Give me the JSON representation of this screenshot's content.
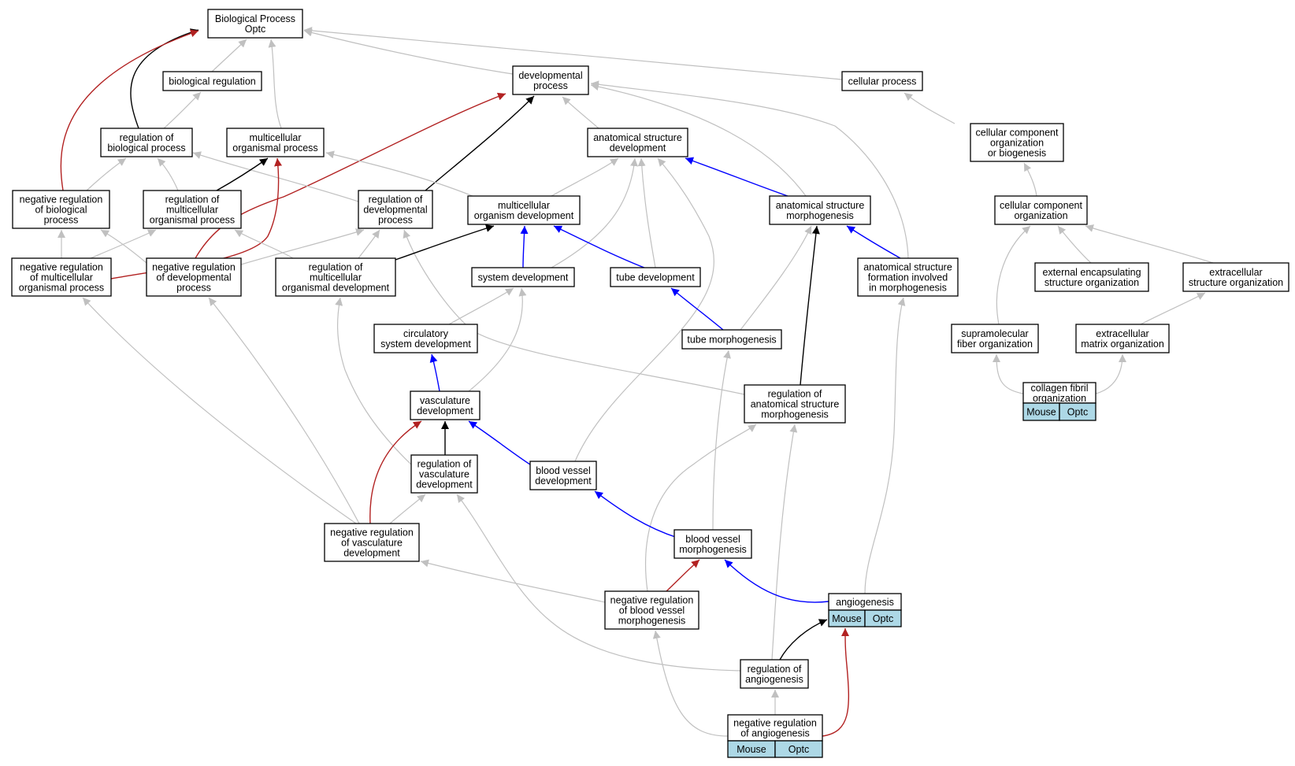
{
  "colors": {
    "is_a": "#c0c0c0",
    "part_of": "#000000",
    "positively_regulates": "#0000ff",
    "negatively_regulates": "#b22222",
    "annotation_cell": "#add8e6"
  },
  "nodes": [
    {
      "id": "bp",
      "lines": [
        "Biological Process",
        "Optc"
      ]
    },
    {
      "id": "bioreg",
      "lines": [
        "biological regulation"
      ]
    },
    {
      "id": "devproc",
      "lines": [
        "developmental",
        "process"
      ]
    },
    {
      "id": "cellproc",
      "lines": [
        "cellular process"
      ]
    },
    {
      "id": "regbp",
      "lines": [
        "regulation of",
        "biological process"
      ]
    },
    {
      "id": "multproc",
      "lines": [
        "multicellular",
        "organismal process"
      ]
    },
    {
      "id": "asdev",
      "lines": [
        "anatomical structure",
        "development"
      ]
    },
    {
      "id": "ccob",
      "lines": [
        "cellular component",
        "organization",
        "or biogenesis"
      ]
    },
    {
      "id": "negregbp",
      "lines": [
        "negative regulation",
        "of biological",
        "process"
      ]
    },
    {
      "id": "regmultproc",
      "lines": [
        "regulation of",
        "multicellular",
        "organismal process"
      ]
    },
    {
      "id": "regdevproc",
      "lines": [
        "regulation of",
        "developmental",
        "process"
      ]
    },
    {
      "id": "multdev",
      "lines": [
        "multicellular",
        "organism development"
      ]
    },
    {
      "id": "asmorph",
      "lines": [
        "anatomical structure",
        "morphogenesis"
      ]
    },
    {
      "id": "ccorg",
      "lines": [
        "cellular component",
        "organization"
      ]
    },
    {
      "id": "negregmult",
      "lines": [
        "negative regulation",
        "of multicellular",
        "organismal process"
      ]
    },
    {
      "id": "negregdev",
      "lines": [
        "negative regulation",
        "of developmental",
        "process"
      ]
    },
    {
      "id": "regmultdev",
      "lines": [
        "regulation of",
        "multicellular",
        "organismal development"
      ]
    },
    {
      "id": "sysdev",
      "lines": [
        "system development"
      ]
    },
    {
      "id": "tubedev",
      "lines": [
        "tube development"
      ]
    },
    {
      "id": "asform",
      "lines": [
        "anatomical structure",
        "formation involved",
        "in morphogenesis"
      ]
    },
    {
      "id": "extencap",
      "lines": [
        "external encapsulating",
        "structure organization"
      ]
    },
    {
      "id": "extrastr",
      "lines": [
        "extracellular",
        "structure organization"
      ]
    },
    {
      "id": "circdev",
      "lines": [
        "circulatory",
        "system development"
      ]
    },
    {
      "id": "tubemorph",
      "lines": [
        "tube morphogenesis"
      ]
    },
    {
      "id": "supramol",
      "lines": [
        "supramolecular",
        "fiber organization"
      ]
    },
    {
      "id": "ecm",
      "lines": [
        "extracellular",
        "matrix organization"
      ]
    },
    {
      "id": "vascdev",
      "lines": [
        "vasculature",
        "development"
      ]
    },
    {
      "id": "regasmorph",
      "lines": [
        "regulation of",
        "anatomical structure",
        "morphogenesis"
      ]
    },
    {
      "id": "collagen",
      "lines": [
        "collagen fibril",
        "organization"
      ],
      "tags": [
        "Mouse",
        "Optc"
      ]
    },
    {
      "id": "regvasc",
      "lines": [
        "regulation of",
        "vasculature",
        "development"
      ]
    },
    {
      "id": "bvdev",
      "lines": [
        "blood vessel",
        "development"
      ]
    },
    {
      "id": "negregvasc",
      "lines": [
        "negative regulation",
        "of vasculature",
        "development"
      ]
    },
    {
      "id": "bvmorph",
      "lines": [
        "blood vessel",
        "morphogenesis"
      ]
    },
    {
      "id": "negregbvm",
      "lines": [
        "negative regulation",
        "of blood vessel",
        "morphogenesis"
      ]
    },
    {
      "id": "angio",
      "lines": [
        "angiogenesis"
      ],
      "tags": [
        "Mouse",
        "Optc"
      ]
    },
    {
      "id": "regangio",
      "lines": [
        "regulation of",
        "angiogenesis"
      ]
    },
    {
      "id": "negregangio",
      "lines": [
        "negative regulation",
        "of angiogenesis"
      ],
      "tags": [
        "Mouse",
        "Optc"
      ]
    }
  ],
  "edges": [
    {
      "from": "bioreg",
      "to": "bp",
      "type": "is_a"
    },
    {
      "from": "devproc",
      "to": "bp",
      "type": "is_a"
    },
    {
      "from": "cellproc",
      "to": "bp",
      "type": "is_a"
    },
    {
      "from": "multproc",
      "to": "bp",
      "type": "is_a"
    },
    {
      "from": "regbp",
      "to": "bp",
      "type": "part_of"
    },
    {
      "from": "negregbp",
      "to": "bp",
      "type": "negatively_regulates"
    },
    {
      "from": "regbp",
      "to": "bioreg",
      "type": "is_a"
    },
    {
      "from": "asdev",
      "to": "devproc",
      "type": "is_a"
    },
    {
      "from": "asmorph",
      "to": "devproc",
      "type": "is_a"
    },
    {
      "from": "asform",
      "to": "devproc",
      "type": "is_a"
    },
    {
      "from": "regdevproc",
      "to": "devproc",
      "type": "part_of"
    },
    {
      "from": "negregdev",
      "to": "devproc",
      "type": "negatively_regulates"
    },
    {
      "from": "ccob",
      "to": "cellproc",
      "type": "is_a"
    },
    {
      "from": "negregbp",
      "to": "regbp",
      "type": "is_a"
    },
    {
      "from": "regmultproc",
      "to": "regbp",
      "type": "is_a"
    },
    {
      "from": "regdevproc",
      "to": "regbp",
      "type": "is_a"
    },
    {
      "from": "multdev",
      "to": "multproc",
      "type": "is_a"
    },
    {
      "from": "regmultproc",
      "to": "multproc",
      "type": "part_of"
    },
    {
      "from": "negregmult",
      "to": "multproc",
      "type": "negatively_regulates"
    },
    {
      "from": "multdev",
      "to": "asdev",
      "type": "is_a"
    },
    {
      "from": "sysdev",
      "to": "asdev",
      "type": "is_a"
    },
    {
      "from": "tubedev",
      "to": "asdev",
      "type": "is_a"
    },
    {
      "from": "bvdev",
      "to": "asdev",
      "type": "is_a"
    },
    {
      "from": "asmorph",
      "to": "asdev",
      "type": "positively_regulates"
    },
    {
      "from": "ccorg",
      "to": "ccob",
      "type": "is_a"
    },
    {
      "from": "negregmult",
      "to": "negregbp",
      "type": "is_a"
    },
    {
      "from": "negregdev",
      "to": "negregbp",
      "type": "is_a"
    },
    {
      "from": "negregmult",
      "to": "regmultproc",
      "type": "is_a"
    },
    {
      "from": "regmultdev",
      "to": "regmultproc",
      "type": "is_a"
    },
    {
      "from": "negregdev",
      "to": "regdevproc",
      "type": "is_a"
    },
    {
      "from": "regmultdev",
      "to": "regdevproc",
      "type": "is_a"
    },
    {
      "from": "regasmorph",
      "to": "regdevproc",
      "type": "is_a"
    },
    {
      "from": "sysdev",
      "to": "multdev",
      "type": "positively_regulates"
    },
    {
      "from": "tubedev",
      "to": "multdev",
      "type": "positively_regulates"
    },
    {
      "from": "regmultdev",
      "to": "multdev",
      "type": "part_of"
    },
    {
      "from": "tubemorph",
      "to": "asmorph",
      "type": "is_a"
    },
    {
      "from": "asform",
      "to": "asmorph",
      "type": "positively_regulates"
    },
    {
      "from": "regasmorph",
      "to": "asmorph",
      "type": "part_of"
    },
    {
      "from": "extencap",
      "to": "ccorg",
      "type": "is_a"
    },
    {
      "from": "extrastr",
      "to": "ccorg",
      "type": "is_a"
    },
    {
      "from": "supramol",
      "to": "ccorg",
      "type": "is_a"
    },
    {
      "from": "negregvasc",
      "to": "negregmult",
      "type": "is_a"
    },
    {
      "from": "negregvasc",
      "to": "negregdev",
      "type": "is_a"
    },
    {
      "from": "regvasc",
      "to": "regmultdev",
      "type": "is_a"
    },
    {
      "from": "circdev",
      "to": "sysdev",
      "type": "is_a"
    },
    {
      "from": "vascdev",
      "to": "sysdev",
      "type": "is_a"
    },
    {
      "from": "tubemorph",
      "to": "tubedev",
      "type": "positively_regulates"
    },
    {
      "from": "angio",
      "to": "asform",
      "type": "is_a"
    },
    {
      "from": "ecm",
      "to": "extrastr",
      "type": "is_a"
    },
    {
      "from": "vascdev",
      "to": "circdev",
      "type": "positively_regulates"
    },
    {
      "from": "bvmorph",
      "to": "tubemorph",
      "type": "is_a"
    },
    {
      "from": "collagen",
      "to": "supramol",
      "type": "is_a"
    },
    {
      "from": "collagen",
      "to": "ecm",
      "type": "is_a"
    },
    {
      "from": "regvasc",
      "to": "vascdev",
      "type": "part_of"
    },
    {
      "from": "bvdev",
      "to": "vascdev",
      "type": "positively_regulates"
    },
    {
      "from": "negregvasc",
      "to": "vascdev",
      "type": "negatively_regulates"
    },
    {
      "from": "regangio",
      "to": "regasmorph",
      "type": "is_a"
    },
    {
      "from": "negregbvm",
      "to": "regasmorph",
      "type": "is_a"
    },
    {
      "from": "negregvasc",
      "to": "regvasc",
      "type": "is_a"
    },
    {
      "from": "regangio",
      "to": "regvasc",
      "type": "is_a"
    },
    {
      "from": "bvmorph",
      "to": "bvdev",
      "type": "positively_regulates"
    },
    {
      "from": "negregbvm",
      "to": "negregvasc",
      "type": "is_a"
    },
    {
      "from": "angio",
      "to": "bvmorph",
      "type": "positively_regulates"
    },
    {
      "from": "negregbvm",
      "to": "bvmorph",
      "type": "negatively_regulates"
    },
    {
      "from": "negregangio",
      "to": "negregbvm",
      "type": "is_a"
    },
    {
      "from": "regangio",
      "to": "angio",
      "type": "part_of"
    },
    {
      "from": "negregangio",
      "to": "angio",
      "type": "negatively_regulates"
    },
    {
      "from": "negregangio",
      "to": "regangio",
      "type": "is_a"
    }
  ]
}
